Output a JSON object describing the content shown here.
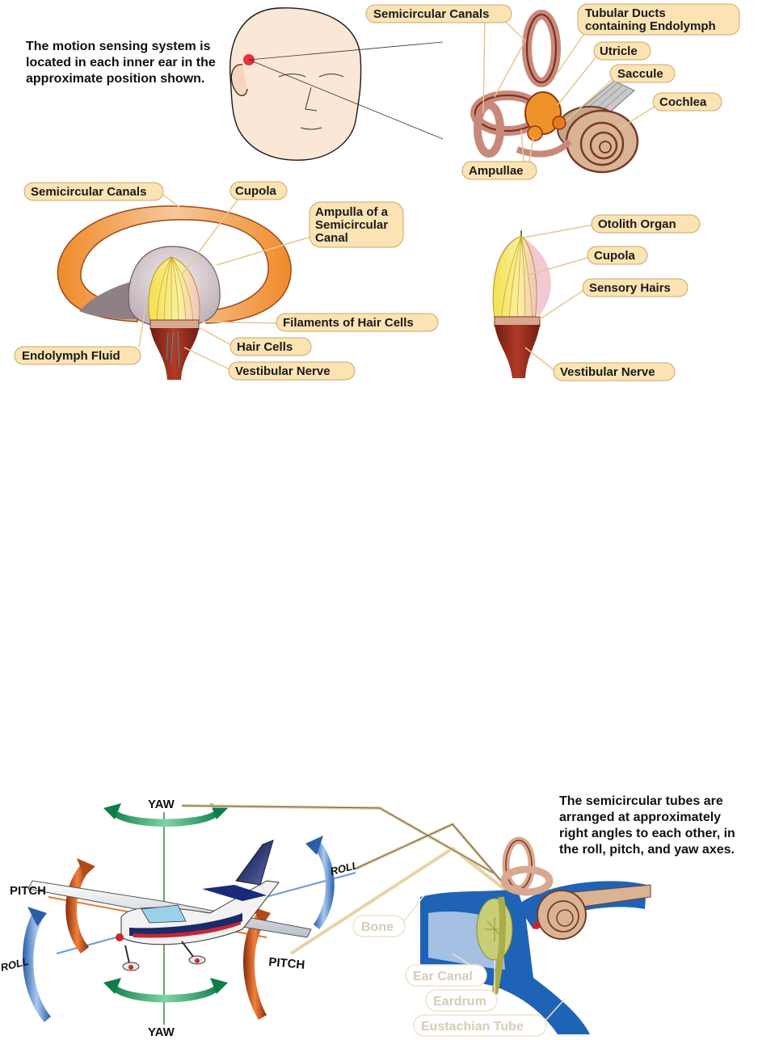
{
  "top_panel": {
    "head_note": [
      "The motion sensing system is",
      "located in each inner ear in the",
      "approximate position shown."
    ],
    "ear_labels": {
      "semicircular_canals": "Semicircular Canals",
      "tubular_ducts": [
        "Tubular Ducts",
        "containing Endolymph"
      ],
      "utricle": "Utricle",
      "saccule": "Saccule",
      "cochlea": "Cochlea",
      "ampullae": "Ampullae"
    }
  },
  "middle_panel": {
    "ampulla_labels": {
      "semicircular_canals": "Semicircular Canals",
      "cupola": "Cupola",
      "ampulla": [
        "Ampulla of a",
        "Semicircular",
        "Canal"
      ],
      "filaments": "Filaments of Hair Cells",
      "endolymph": "Endolymph Fluid",
      "hair_cells": "Hair Cells",
      "vestibular_nerve": "Vestibular Nerve"
    },
    "otolith_labels": {
      "otolith_organ": "Otolith Organ",
      "cupola": "Cupola",
      "sensory_hairs": "Sensory Hairs",
      "vestibular_nerve": "Vestibular Nerve"
    }
  },
  "bottom_panel": {
    "axes": {
      "yaw_top": "YAW",
      "yaw_bottom": "YAW",
      "pitch_left": "PITCH",
      "pitch_right": "PITCH",
      "roll_right": "ROLL",
      "roll_left": "ROLL"
    },
    "tubes_note": [
      "The semicircular tubes are",
      "arranged at approximately",
      "right angles to each other, in",
      "the roll, pitch, and yaw axes."
    ],
    "ear_labels": {
      "bone": "Bone",
      "ear_canal": "Ear Canal",
      "eardrum": "Eardrum",
      "eustachian_tube": "Eustachian Tube"
    }
  }
}
